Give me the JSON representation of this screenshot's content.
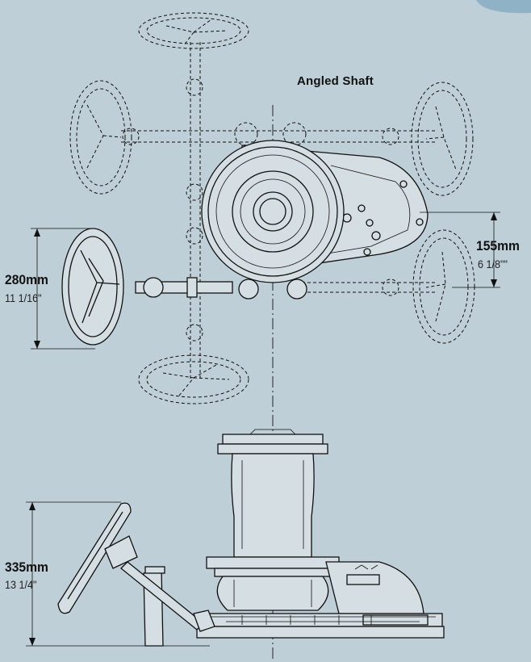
{
  "title": "Angled Shaft",
  "dimensions": {
    "offset": {
      "metric": "155mm",
      "imperial": "6 1/8\"\""
    },
    "wheel_diameter": {
      "metric": "280mm",
      "imperial": "11 1/16\""
    },
    "height": {
      "metric": "335mm",
      "imperial": "13 1/4\""
    }
  }
}
